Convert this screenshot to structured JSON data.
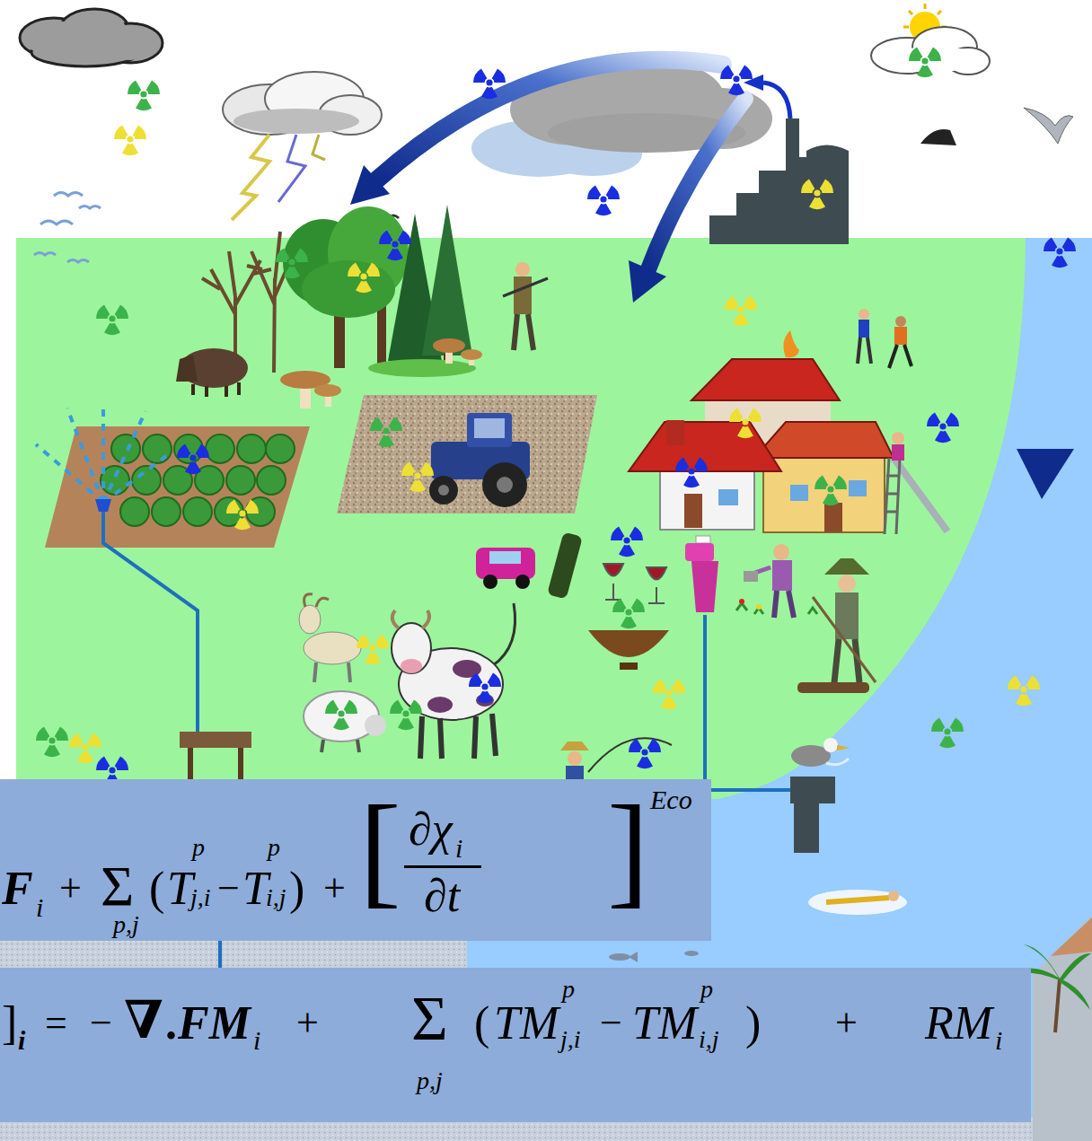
{
  "diagram": {
    "nodes": [
      {
        "text": [
          "F",
          "i",
          "+",
          "Σ",
          "p,j",
          "(",
          "T",
          "p",
          "j,i",
          "−",
          "T",
          "p",
          "i,j",
          ")",
          "+",
          "[",
          "∂χ",
          "i",
          "∂t",
          "]",
          "Eco"
        ]
      },
      {
        "text": [
          "]",
          "i",
          "=",
          "−",
          "∇",
          ".",
          "FM",
          "i",
          "+",
          "Σ",
          "p,j",
          "(",
          "TM",
          "p",
          "j,i",
          "−",
          "TM",
          "p",
          "i,j",
          ")",
          "+",
          "RM",
          "i"
        ]
      }
    ],
    "edges": []
  }
}
